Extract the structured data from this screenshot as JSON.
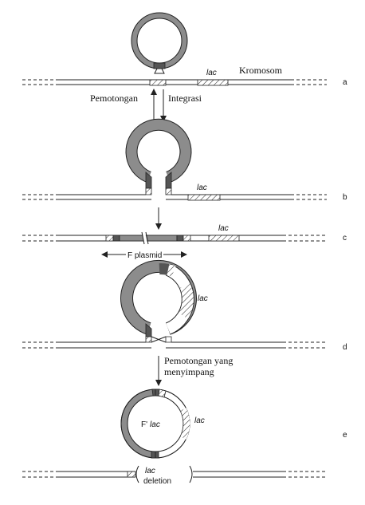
{
  "labels": {
    "kromosom": "Kromosom",
    "pemotongan": "Pemotongan",
    "integrasi": "Integrasi",
    "lac": "lac",
    "f_plasmid": "F plasmid",
    "pemotongan_menyimpang_1": "Pemotongan yang",
    "pemotongan_menyimpang_2": "menyimpang",
    "f_prime": "F'",
    "lac_deletion_1": "lac",
    "lac_deletion_2": "deletion"
  },
  "steps": [
    "a",
    "b",
    "c",
    "d",
    "e"
  ],
  "colors": {
    "plasmid_gray": "#8c8c8c",
    "dark_segment": "#555555",
    "line": "#222222"
  }
}
